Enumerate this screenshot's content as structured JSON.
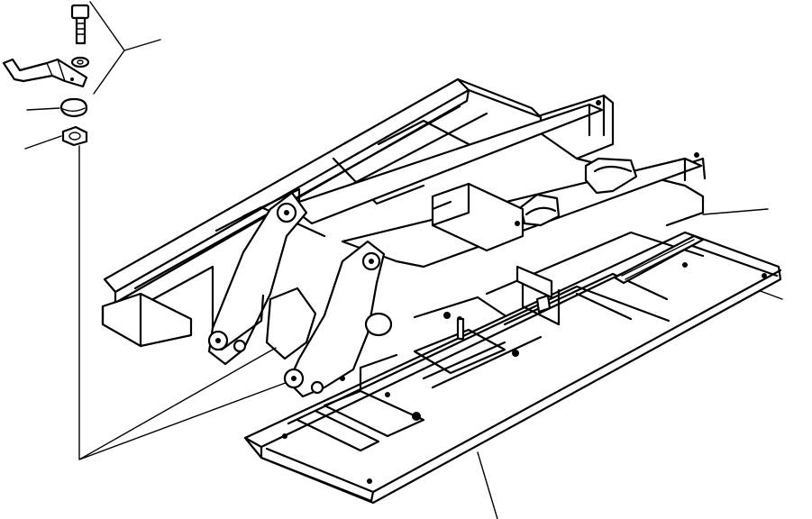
{
  "diagram": {
    "kind": "exploded-parts-illustration",
    "background": "#ffffff",
    "line_color": "#000000",
    "subject": "machine-frame",
    "parts": [
      {
        "id": "bolt",
        "icon": "bolt-icon"
      },
      {
        "id": "washer",
        "icon": "washer-icon"
      },
      {
        "id": "bracket",
        "icon": "bracket-icon"
      },
      {
        "id": "cap",
        "icon": "cap-icon"
      },
      {
        "id": "gasket",
        "icon": "gasket-icon"
      }
    ],
    "leaders": [
      "leader-bolt-group",
      "leader-cap",
      "leader-gasket",
      "leader-frame-right",
      "leader-rail-right",
      "leader-frame-bottom",
      "leader-mount-group"
    ]
  }
}
